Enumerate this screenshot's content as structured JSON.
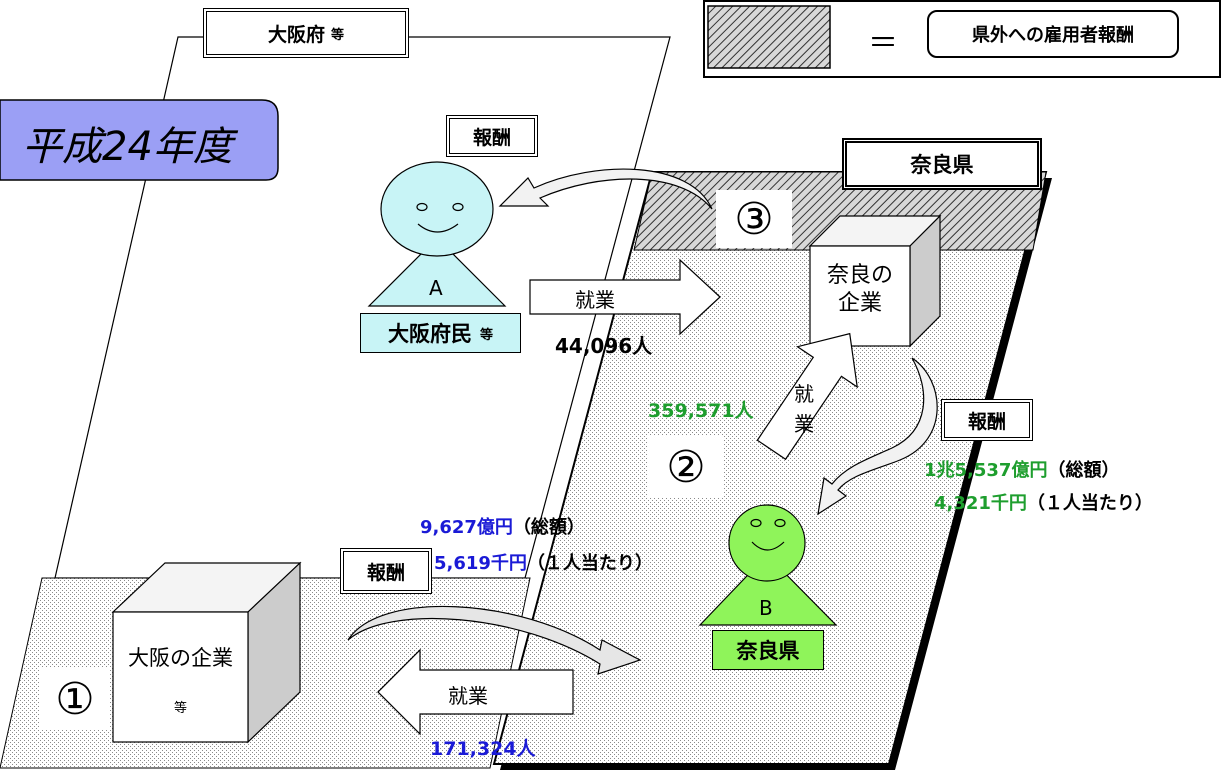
{
  "legend": {
    "equals": "＝",
    "label": "県外への雇用者報酬"
  },
  "fiscal_year": "平成24年度",
  "osaka_region": {
    "title": "大阪府",
    "title_suffix": "等"
  },
  "nara_region": {
    "title": "奈良県"
  },
  "reward_labels": {
    "top": "報酬",
    "right": "報酬",
    "left": "報酬"
  },
  "circled_numbers": {
    "one": "①",
    "two": "②",
    "three": "③"
  },
  "person_a": {
    "letter": "A",
    "label": "大阪府民",
    "label_suffix": "等"
  },
  "person_b": {
    "letter": "B",
    "label": "奈良県"
  },
  "nara_company": {
    "line1": "奈良の",
    "line2": "企業"
  },
  "osaka_company": {
    "label": "大阪の企業",
    "suffix": "等"
  },
  "flows": {
    "a_to_nara": {
      "label": "就業",
      "count": "44,096人"
    },
    "b_to_nara": {
      "label_line1": "就",
      "label_line2": "業",
      "count": "359,571人"
    },
    "b_to_osaka": {
      "label": "就業",
      "count": "171,324人"
    }
  },
  "nara_compensation": {
    "total_value": "1兆5,537億円",
    "total_note": "（総額）",
    "per_value": "4,321千円",
    "per_note": "（１人当たり）"
  },
  "osaka_compensation": {
    "total_value": "9,627億円",
    "total_note": "（総額）",
    "per_value": "5,619千円",
    "per_note": "（１人当たり）"
  },
  "colors": {
    "person_a": "#c8f4f6",
    "person_b": "#8ff45a",
    "fiscal_badge": "#9b9ff5",
    "blue_text": "#1a1ad6",
    "green_text": "#1e9e2e"
  }
}
